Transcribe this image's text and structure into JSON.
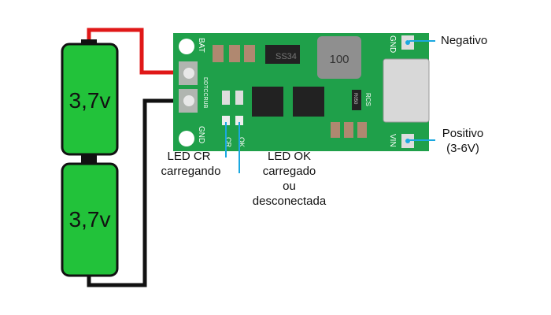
{
  "batteries": [
    {
      "label": "3,7v"
    },
    {
      "label": "3,7v"
    }
  ],
  "board": {
    "bat": "BAT",
    "gnd_left": "GND",
    "ddtccrub": "DDTCCRUB",
    "diode": "SS34",
    "inductor": "100",
    "rcs": "RCS",
    "resistor": "R050",
    "gnd_right": "GND",
    "vin": "VIN",
    "cr": "CR",
    "ok": "OK"
  },
  "labels": {
    "negativo": "Negativo",
    "positivo": "Positivo",
    "positivo_range": "(3-6V)",
    "led_cr": "LED CR",
    "led_cr_desc": "carregando",
    "led_ok": "LED OK",
    "led_ok_desc1": "carregado",
    "led_ok_desc2": "ou",
    "led_ok_desc3": "desconectada"
  },
  "colors": {
    "battery": "#22c23a",
    "board": "#1fa04a",
    "wire_pos": "#e01818",
    "wire_neg": "#111111",
    "callout": "#1aa8e0"
  }
}
